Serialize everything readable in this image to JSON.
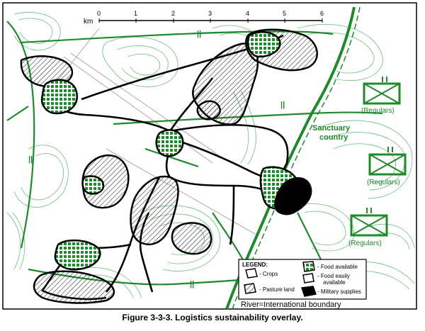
{
  "scale": {
    "unit": "km",
    "ticks": [
      "0",
      "1",
      "2",
      "3",
      "4",
      "5",
      "6"
    ]
  },
  "regions": {
    "sanctuary_line1": "Sanctuary",
    "sanctuary_line2": "country"
  },
  "units": [
    {
      "label": "(Regulars)"
    },
    {
      "label": "(Regulars)"
    },
    {
      "label": "(Regulars)"
    }
  ],
  "legend": {
    "title": "LEGEND:",
    "items": {
      "crops": "- Crops",
      "pasture": "- Pasture land",
      "food_available": "- Food available",
      "food_easy_1": "- Food easily",
      "food_easy_2": "available",
      "military": "- Military supplies"
    }
  },
  "boundary_note": "River=International boundary",
  "caption": "Figure 3-3-3.  Logistics sustainability overlay.",
  "colors": {
    "route": "#1f8a2c",
    "contour": "#7cc28a",
    "outline": "#000000",
    "food_grid": "#1f8a2c"
  }
}
